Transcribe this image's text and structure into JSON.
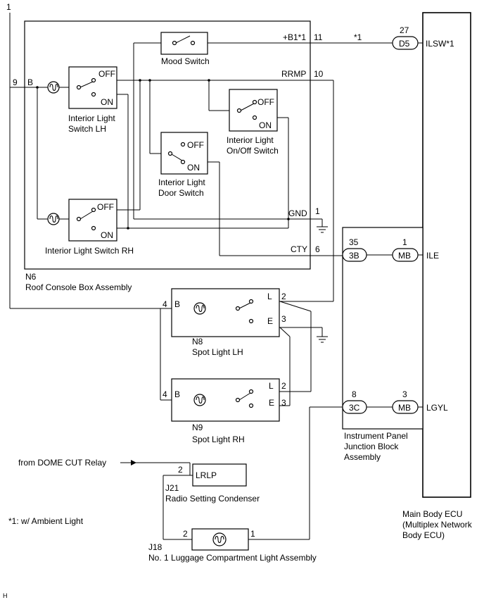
{
  "page_marks": {
    "top_ref": "1",
    "corner": "H"
  },
  "roof_console": {
    "code": "N6",
    "name": "Roof Console Box Assembly",
    "pin_b_num": "9",
    "pin_b_label": "B",
    "mood_switch": "Mood Switch",
    "pin_b1_label": "+B1*1",
    "pin_b1_num": "11",
    "pin_rrmp_label": "RRMP",
    "pin_rrmp_num": "10",
    "pin_gnd_label": "GND",
    "pin_gnd_num": "1",
    "pin_cty_label": "CTY",
    "pin_cty_num": "6",
    "sw_lh_name_1": "Interior Light",
    "sw_lh_name_2": "Switch LH",
    "sw_rh_name": "Interior Light Switch RH",
    "onoff_name_1": "Interior Light",
    "onoff_name_2": "On/Off Switch",
    "door_name_1": "Interior Light",
    "door_name_2": "Door Switch",
    "off": "OFF",
    "on": "ON"
  },
  "wire_note": "*1",
  "ecu": {
    "name_1": "Main Body ECU",
    "name_2": "(Multiplex Network",
    "name_3": "Body ECU)",
    "d5_num": "27",
    "d5_conn": "D5",
    "d5_label": "ILSW*1"
  },
  "junction_block": {
    "name_1": "Instrument Panel",
    "name_2": "Junction Block",
    "name_3": "Assembly",
    "c3b_num": "35",
    "c3b": "3B",
    "c3c_num": "8",
    "c3c": "3C",
    "mb_ile_num": "1",
    "mb_ile": "MB",
    "ile_label": "ILE",
    "mb_lgyl_num": "3",
    "mb_lgyl": "MB",
    "lgyl_label": "LGYL"
  },
  "spot_lh": {
    "code": "N8",
    "name": "Spot Light LH",
    "pin_b_num": "4",
    "pin_b": "B",
    "pin_l": "L",
    "pin_l_num": "2",
    "pin_e": "E",
    "pin_e_num": "3"
  },
  "spot_rh": {
    "code": "N9",
    "name": "Spot Light RH",
    "pin_b_num": "4",
    "pin_b": "B",
    "pin_l": "L",
    "pin_l_num": "2",
    "pin_e": "E",
    "pin_e_num": "3"
  },
  "dome_cut": "from DOME CUT Relay",
  "condenser": {
    "code": "J21",
    "name": "Radio Setting Condenser",
    "pin_num": "2",
    "pin": "LRLP"
  },
  "footnote": "*1: w/ Ambient Light",
  "luggage": {
    "code": "J18",
    "name": "No. 1 Luggage Compartment Light Assembly",
    "pin_left": "2",
    "pin_right": "1"
  }
}
